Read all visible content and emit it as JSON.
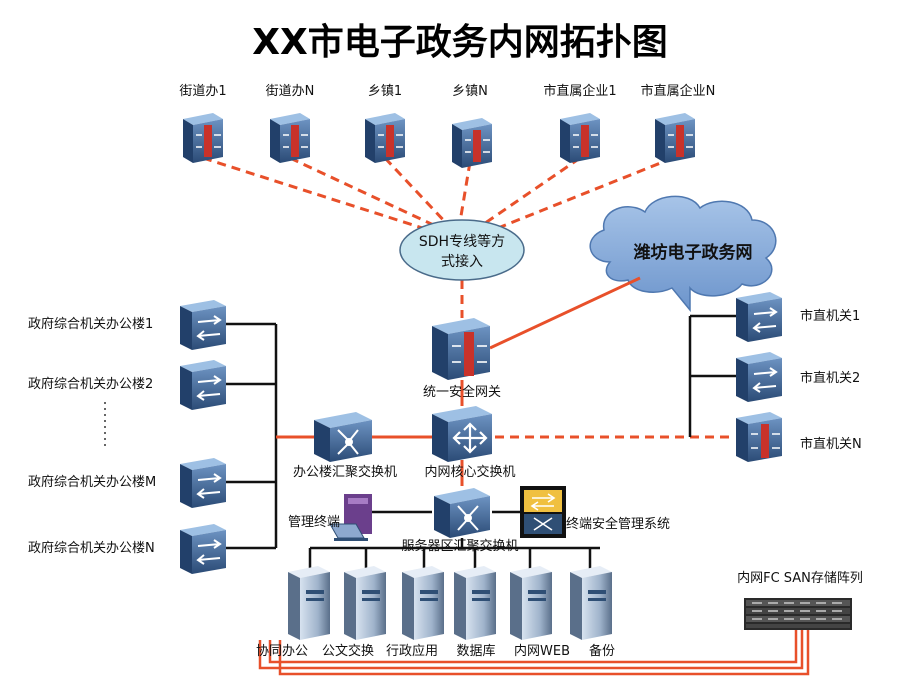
{
  "title": "XX市电子政务内网拓扑图",
  "top_nodes": [
    "街道办1",
    "街道办N",
    "乡镇1",
    "乡镇N",
    "市直属企业1",
    "市直属企业N"
  ],
  "sdh": {
    "line1": "SDH专线等方",
    "line2": "式接入"
  },
  "cloud": {
    "label": "潍坊电子政务网"
  },
  "gateway": {
    "label": "统一安全网关"
  },
  "core_switch": {
    "label": "内网核心交换机"
  },
  "office_switch": {
    "label": "办公楼汇聚交换机"
  },
  "server_switch": {
    "label": "服务器区汇聚交换机"
  },
  "mgmt_terminal": {
    "label": "管理终端"
  },
  "endpoint_mgmt": {
    "label": "终端安全管理系统"
  },
  "left_buildings": [
    "政府综合机关办公楼1",
    "政府综合机关办公楼2",
    "政府综合机关办公楼M",
    "政府综合机关办公楼N"
  ],
  "right_agencies": [
    "市直机关1",
    "市直机关2",
    "市直机关N"
  ],
  "servers": [
    "协同办公",
    "公文交换",
    "行政应用",
    "数据库",
    "内网WEB",
    "备份"
  ],
  "san": {
    "label": "内网FC SAN存储阵列"
  },
  "colors": {
    "accent": "#e8502a",
    "device_dark": "#2f4f75",
    "device_mid": "#4a74a5",
    "device_light": "#8fb0d6"
  }
}
